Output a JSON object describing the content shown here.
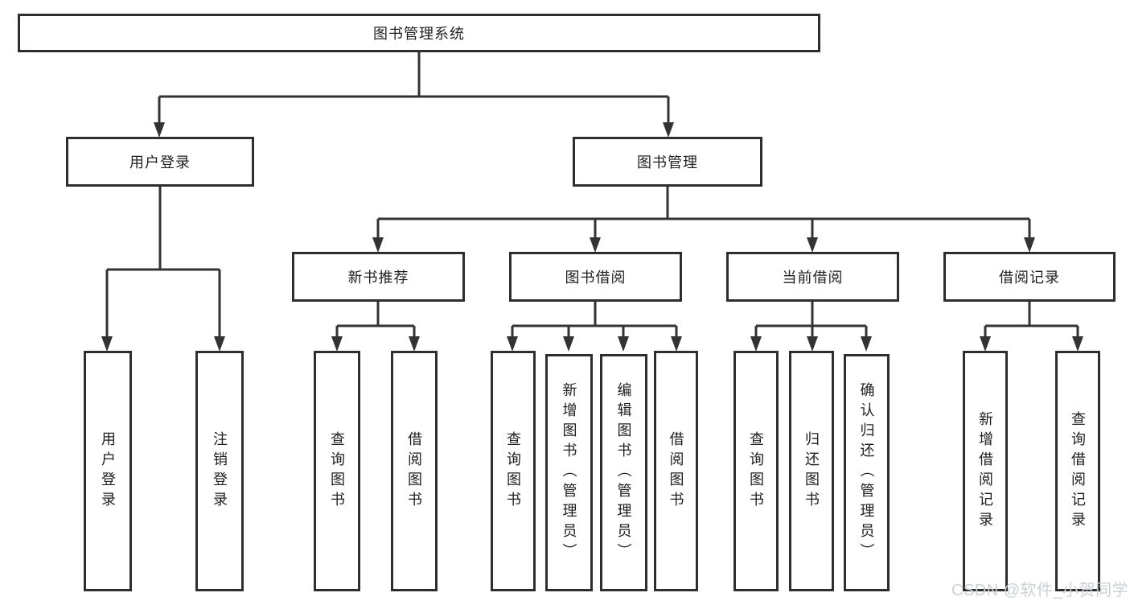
{
  "diagram": {
    "root": {
      "label": "图书管理系统"
    },
    "level2": [
      {
        "label": "用户登录"
      },
      {
        "label": "图书管理"
      }
    ],
    "level3": [
      {
        "label": "新书推荐"
      },
      {
        "label": "图书借阅"
      },
      {
        "label": "当前借阅"
      },
      {
        "label": "借阅记录"
      }
    ],
    "leaves": {
      "user_login": [
        {
          "label": "用户登录"
        },
        {
          "label": "注销登录"
        }
      ],
      "new_book": [
        {
          "label": "查询图书"
        },
        {
          "label": "借阅图书"
        }
      ],
      "book_borrow": [
        {
          "label": "查询图书"
        },
        {
          "label": "新增图书（管理员）"
        },
        {
          "label": "编辑图书（管理员）"
        },
        {
          "label": "借阅图书"
        }
      ],
      "current_borrow": [
        {
          "label": "查询图书"
        },
        {
          "label": "归还图书"
        },
        {
          "label": "确认归还（管理员）"
        }
      ],
      "borrow_record": [
        {
          "label": "新增借阅记录"
        },
        {
          "label": "查询借阅记录"
        }
      ]
    }
  },
  "watermark": {
    "text": "CSDN @软件_小贺同学"
  },
  "colors": {
    "line": "#333333",
    "box_border": "#2e2e2e",
    "text": "#1f1f1f",
    "watermark": "#ccd0d6",
    "background": "#ffffff"
  }
}
